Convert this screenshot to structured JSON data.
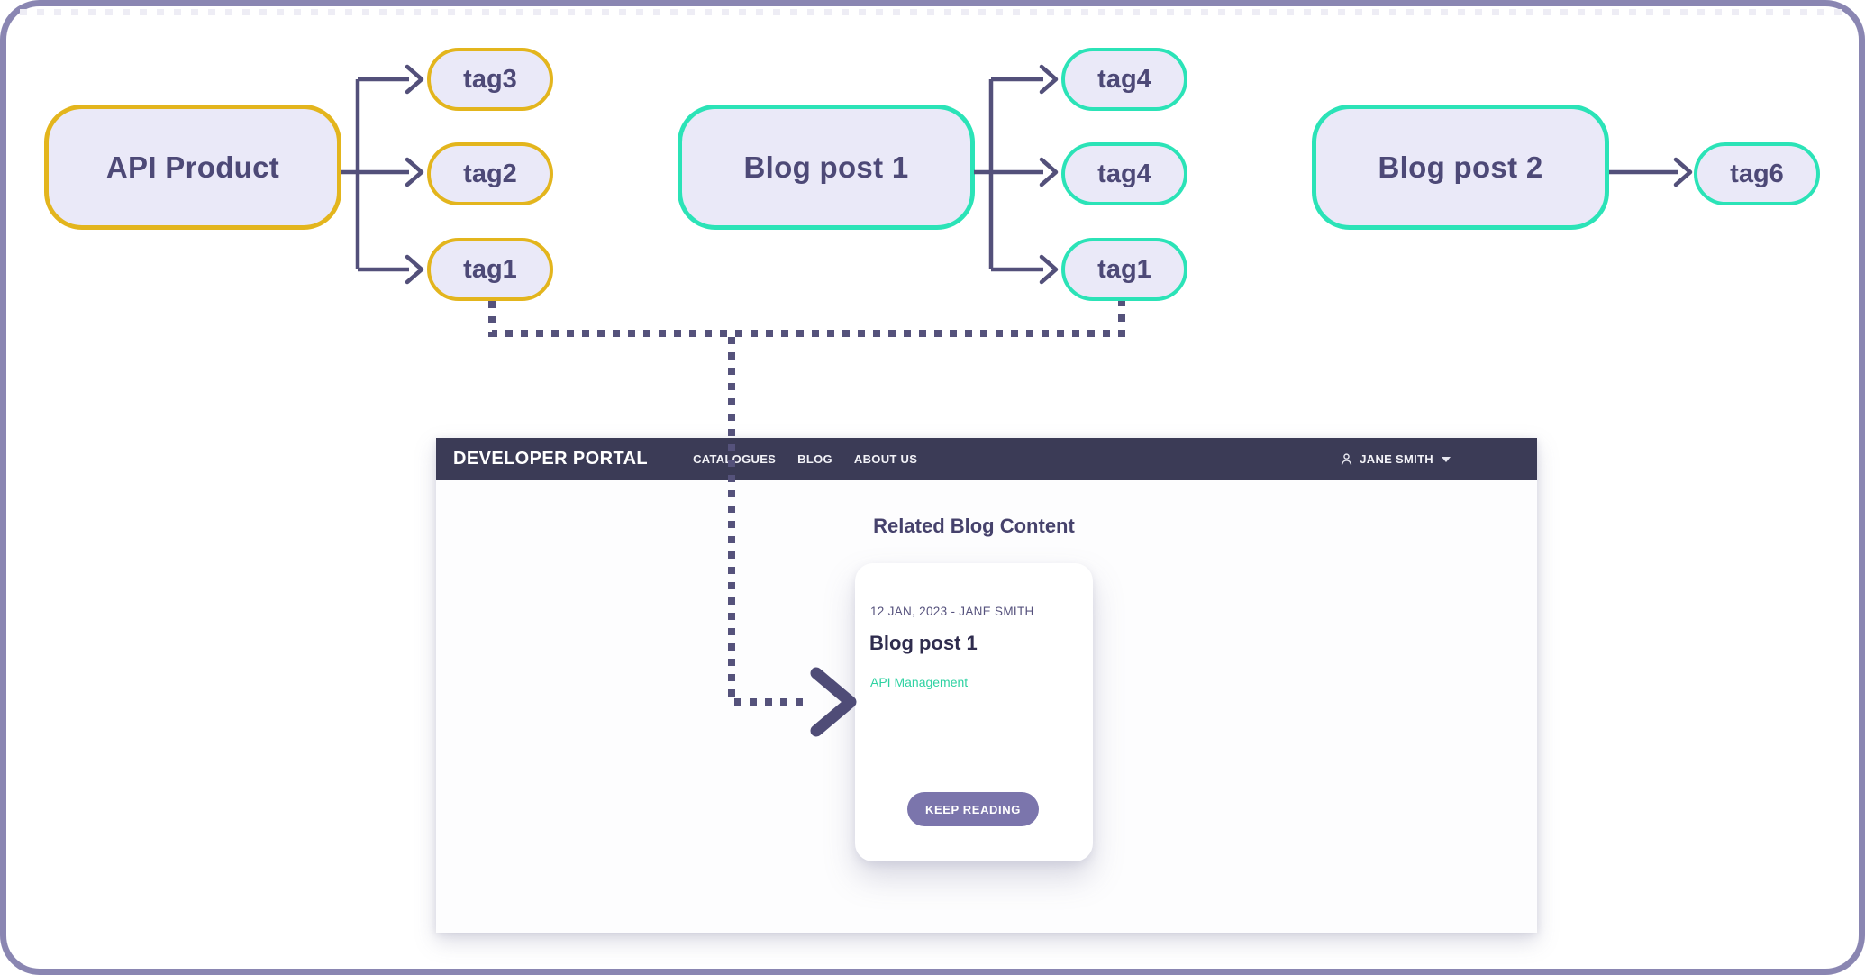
{
  "diagram": {
    "groups": [
      {
        "node": {
          "label": "API Product"
        },
        "accent_color": "#e3b51d",
        "tags": [
          {
            "label": "tag3"
          },
          {
            "label": "tag2"
          },
          {
            "label": "tag1"
          }
        ]
      },
      {
        "node": {
          "label": "Blog post 1"
        },
        "accent_color": "#2be3b7",
        "tags": [
          {
            "label": "tag4"
          },
          {
            "label": "tag4"
          },
          {
            "label": "tag1"
          }
        ]
      },
      {
        "node": {
          "label": "Blog post 2"
        },
        "accent_color": "#2be3b7",
        "tags": [
          {
            "label": "tag6"
          }
        ]
      }
    ],
    "node_fill_color": "#eae9f8",
    "line_color": "#53507a",
    "dotted_line_color": "#55527b",
    "text_color": "#4d4977"
  },
  "portal": {
    "navbar": {
      "brand": "DEVELOPER PORTAL",
      "items": [
        {
          "label": "CATALOGUES"
        },
        {
          "label": "BLOG"
        },
        {
          "label": "ABOUT US"
        }
      ],
      "user": {
        "name": "JANE SMITH",
        "icon": "user-icon",
        "caret": "caret-down-icon"
      },
      "background_color": "#3b3b56"
    },
    "heading": "Related Blog Content",
    "card": {
      "meta": "12 JAN, 2023 - JANE SMITH",
      "title": "Blog post 1",
      "category": "API Management",
      "category_color": "#2ed2a2",
      "button_label": "KEEP READING",
      "button_color": "#7b75ac"
    }
  },
  "frame": {
    "border_color": "#8a86b2"
  }
}
